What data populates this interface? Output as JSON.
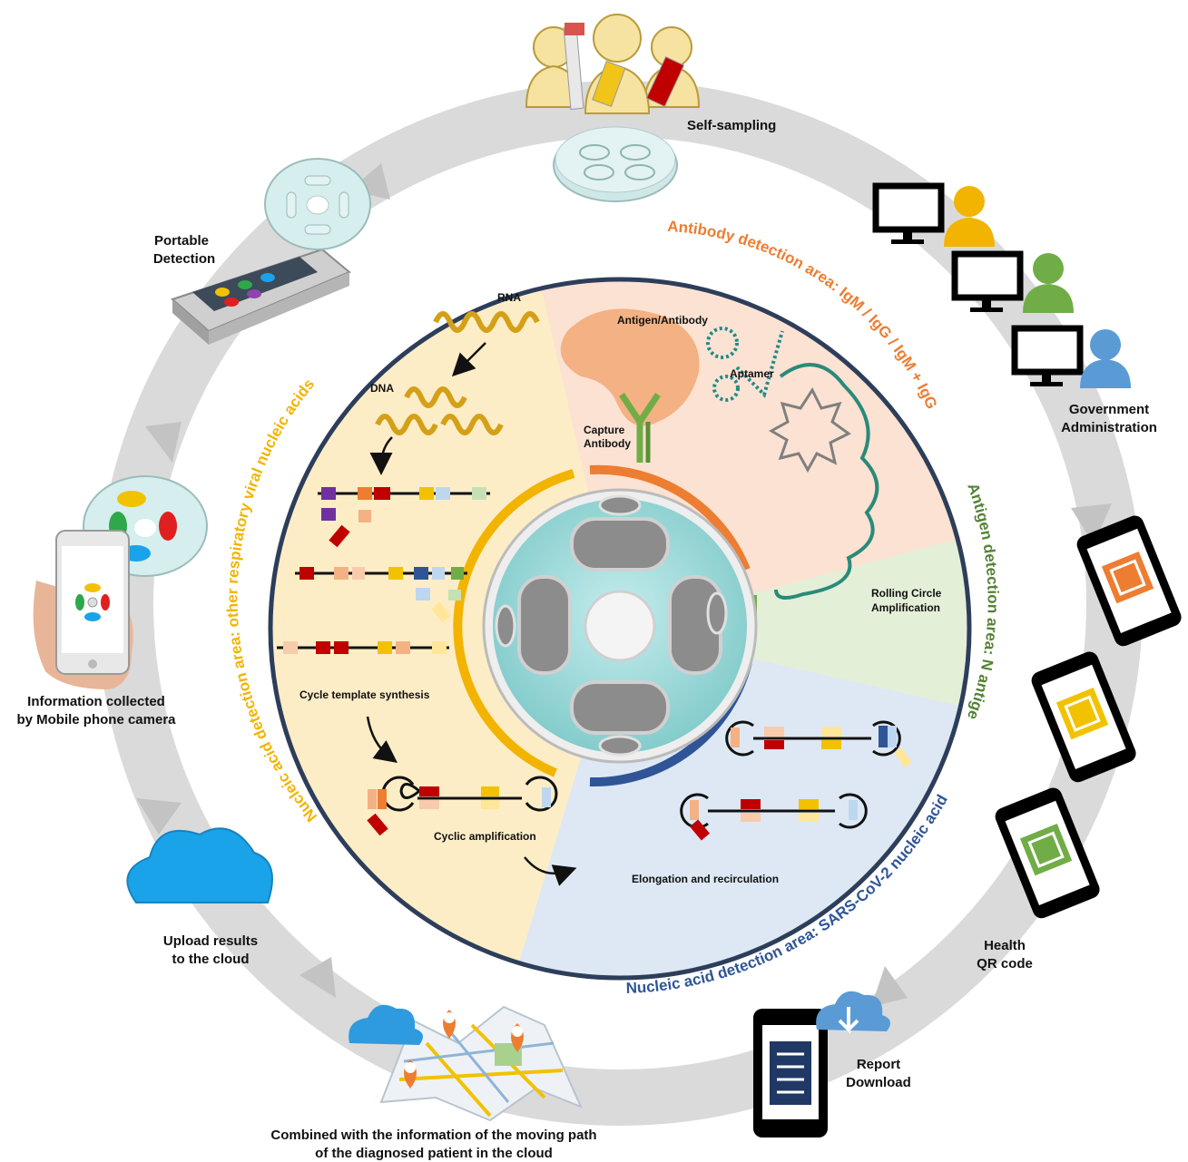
{
  "outer_labels": {
    "self_sampling": "Self-sampling",
    "gov_line1": "Government",
    "gov_line2": "Administration",
    "portable_line1": "Portable",
    "portable_line2": "Detection",
    "mobile_line1": "Information collected",
    "mobile_line2": "by Mobile phone camera",
    "upload_line1": "Upload results",
    "upload_line2": "to the cloud",
    "combined_line1": "Combined with the information of the moving path",
    "combined_line2": "of the diagnosed patient in the cloud",
    "report_line1": "Report",
    "report_line2": "Download",
    "health_line1": "Health",
    "health_line2": "QR code"
  },
  "area_labels": {
    "antibody": "Antibody detection area: IgM / IgG / IgM + IgG",
    "antigen": "Antigen detection area: N antigen",
    "nucleic_sars": "Nucleic acid detection area: SARS-CoV-2 nucleic acid",
    "nucleic_other": "Nucleic acid detection area: other respiratory viral nucleic acids"
  },
  "inner_labels": {
    "rna": "RNA",
    "dna": "DNA",
    "antigen_antibody": "Antigen/Antibody",
    "aptamer": "Aptamer",
    "capture_line1": "Capture",
    "capture_line2": "Antibody",
    "rca_line1": "Rolling Circle",
    "rca_line2": "Amplification",
    "cycle_template": "Cycle template synthesis",
    "cyclic_amp": "Cyclic amplification",
    "elongation": "Elongation and recirculation"
  },
  "colors": {
    "ring": "#d9d9d9",
    "antibody_area": "#fbe2d2",
    "antigen_area": "#e4efd8",
    "nucleic_sars_area": "#dde8f4",
    "nucleic_other_area": "#fdedc7",
    "antibody_text": "#ed7d31",
    "antigen_text": "#548235",
    "nucleic_sars_text": "#2f5597",
    "nucleic_other_text": "#f2b400",
    "chip": "#8ed3d3"
  },
  "icons": [
    "test-tube-people-icon",
    "monitor-user-icon",
    "phone-qr-icon",
    "report-phone-icon",
    "map-pin-icon",
    "cloud-icon",
    "phone-icon",
    "chip-icon",
    "detector-icon"
  ]
}
